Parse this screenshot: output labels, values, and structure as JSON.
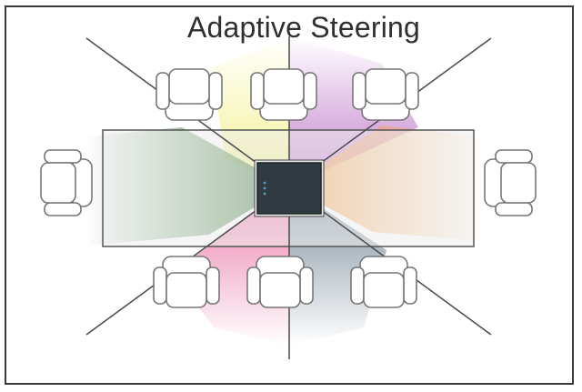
{
  "title": "Adaptive Steering",
  "colors": {
    "frame": "#3a3a3a",
    "table_fill": "#e9e9e9",
    "table_stroke": "#555555",
    "device_fill": "#2f3b40",
    "device_led": "#4fa3c7",
    "steer_lines": "#4a4a4a",
    "zone_yellow": "#f2f08a",
    "zone_purple": "#b86bc4",
    "zone_green": "#3f7a3f",
    "zone_orange": "#f5a552",
    "zone_pink": "#e86a9e",
    "zone_slate": "#6c7f8e"
  },
  "chairs": [
    {
      "id": "chair-top-left",
      "orientation": "down"
    },
    {
      "id": "chair-top-center",
      "orientation": "down"
    },
    {
      "id": "chair-top-right",
      "orientation": "down"
    },
    {
      "id": "chair-bottom-left",
      "orientation": "up"
    },
    {
      "id": "chair-bottom-center",
      "orientation": "up"
    },
    {
      "id": "chair-bottom-right",
      "orientation": "up"
    },
    {
      "id": "chair-left-end",
      "orientation": "right"
    },
    {
      "id": "chair-right-end",
      "orientation": "left"
    }
  ],
  "beam_zones": [
    "yellow",
    "purple",
    "green",
    "orange",
    "pink",
    "slate"
  ]
}
